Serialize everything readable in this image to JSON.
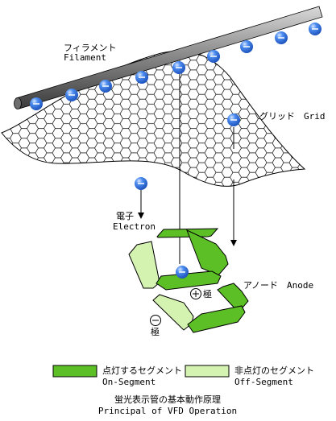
{
  "colors": {
    "segment_on": "#5cbf26",
    "segment_off": "#d4f2b0",
    "electron": "#2f6fe4",
    "electron_highlight": "#bcd6ff",
    "filament": "#8e8e8e",
    "grid_fill": "#ffffff",
    "line": "#000000"
  },
  "labels": {
    "filament_ja": "フィラメント",
    "filament_en": "Filament",
    "grid": "グリッド　Grid",
    "electron_ja": "電子",
    "electron_en": "Electron",
    "anode": "アノード　Anode",
    "plus_terminal": "極",
    "minus_terminal": "極"
  },
  "legend": {
    "on_ja": "点灯するセグメント",
    "on_en": "On-Segment",
    "off_ja": "非点灯のセグメント",
    "off_en": "Off-Segment"
  },
  "caption": {
    "title_ja": "蛍光表示管の基本動作原理",
    "title_en": "Principal of VFD Operation"
  },
  "icons": {
    "electron": "electron-icon",
    "plus": "plus-circle-icon",
    "minus": "minus-circle-icon"
  }
}
